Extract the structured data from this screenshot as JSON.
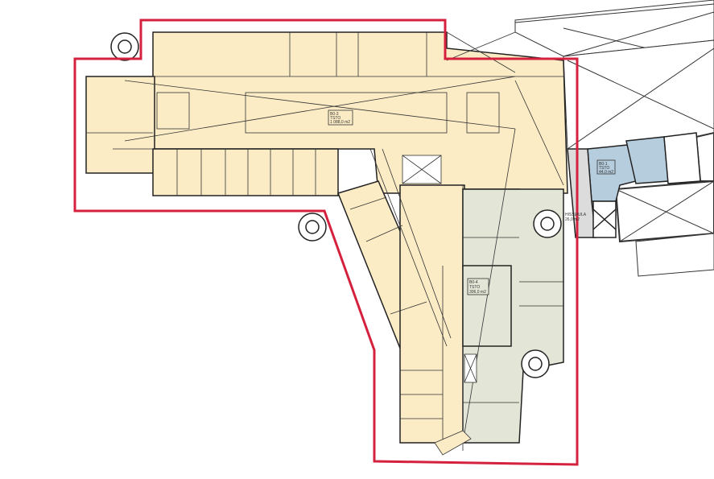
{
  "colors": {
    "boundary": "#d4213d",
    "yellow": "#fbecc6",
    "green": "#e3e6d6",
    "blue": "#b6cddd",
    "wall": "#222222"
  },
  "rooms": [
    {
      "code": "B0-3",
      "type": "TSTO",
      "area": "1 088,0 m2"
    },
    {
      "code": "B0-4",
      "type": "TSTO",
      "area": "306,0 m2"
    },
    {
      "code": "B0-1",
      "type": "TSTO",
      "area": "44,0 m2"
    },
    {
      "code": "HISSIAULA",
      "type": "",
      "area": "26,0 m2"
    }
  ]
}
